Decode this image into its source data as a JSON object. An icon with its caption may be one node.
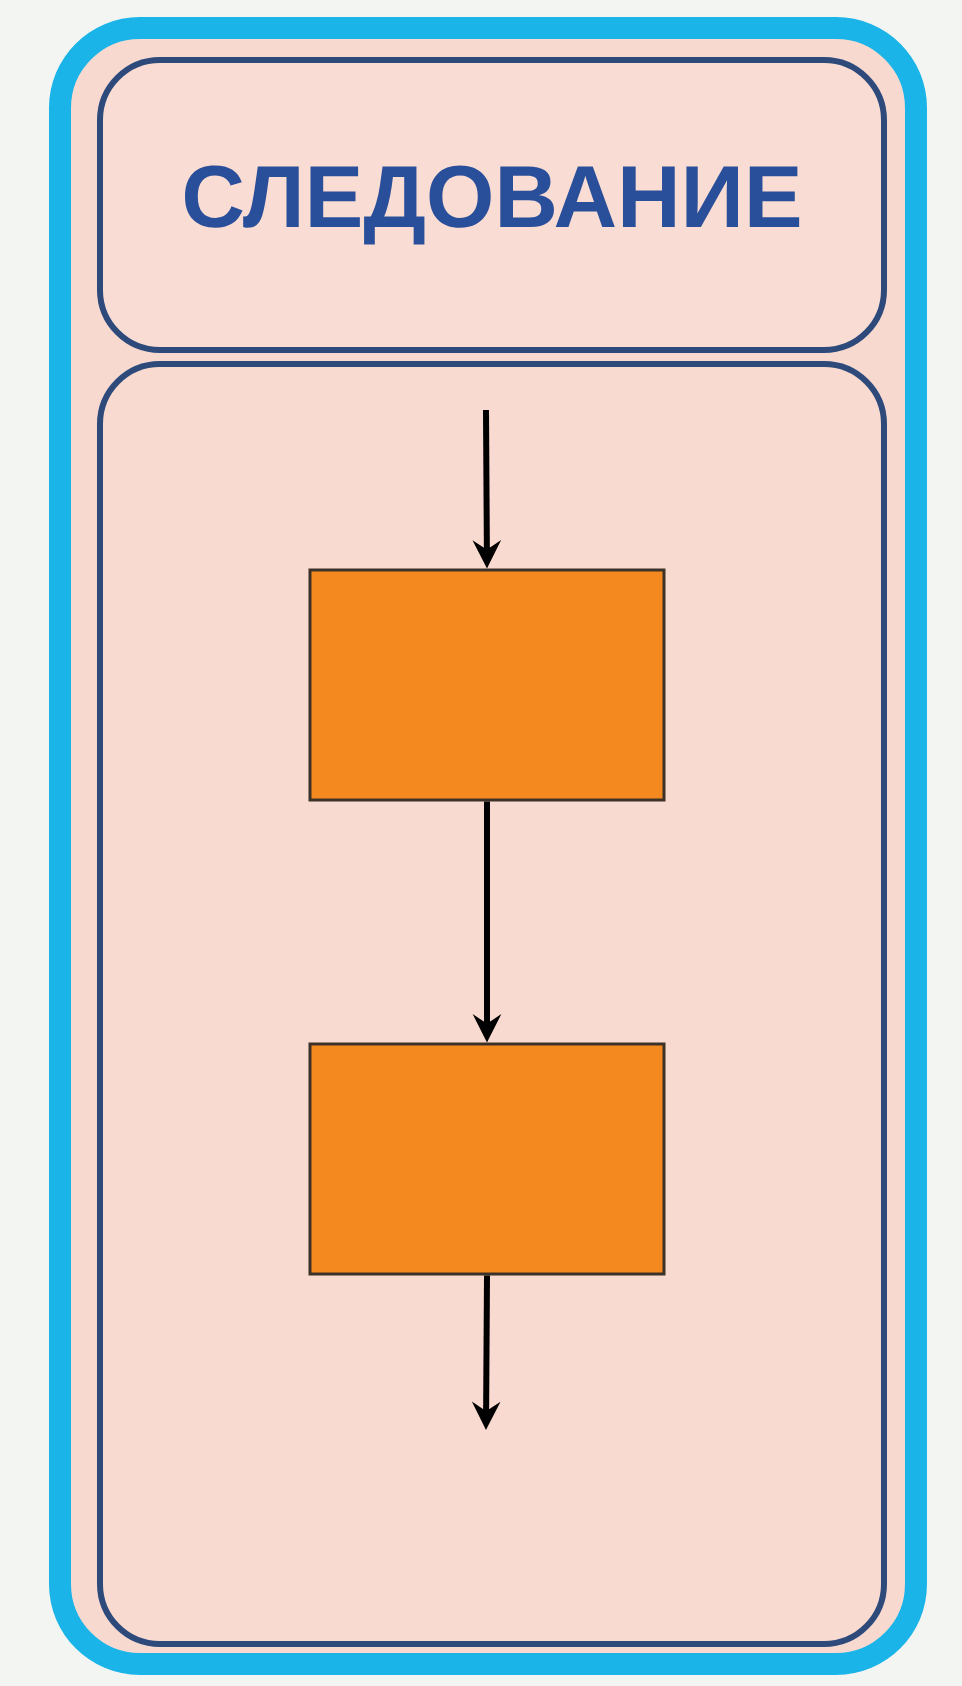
{
  "diagram": {
    "nodes": [
      {
        "text": [
          "СЛЕДОВАНИЕ"
        ]
      },
      {
        "text": [],
        "shape": "box"
      },
      {
        "text": [],
        "shape": "box",
        "in": 1
      },
      {
        "text": [],
        "shape": "box",
        "in": 1
      }
    ],
    "edges": [
      {
        "from": null,
        "to": 2,
        "arrow": "to"
      },
      {
        "from": 2,
        "to": 3,
        "arrow": "to"
      },
      {
        "from": 3,
        "to": null,
        "arrow": "to"
      }
    ]
  }
}
